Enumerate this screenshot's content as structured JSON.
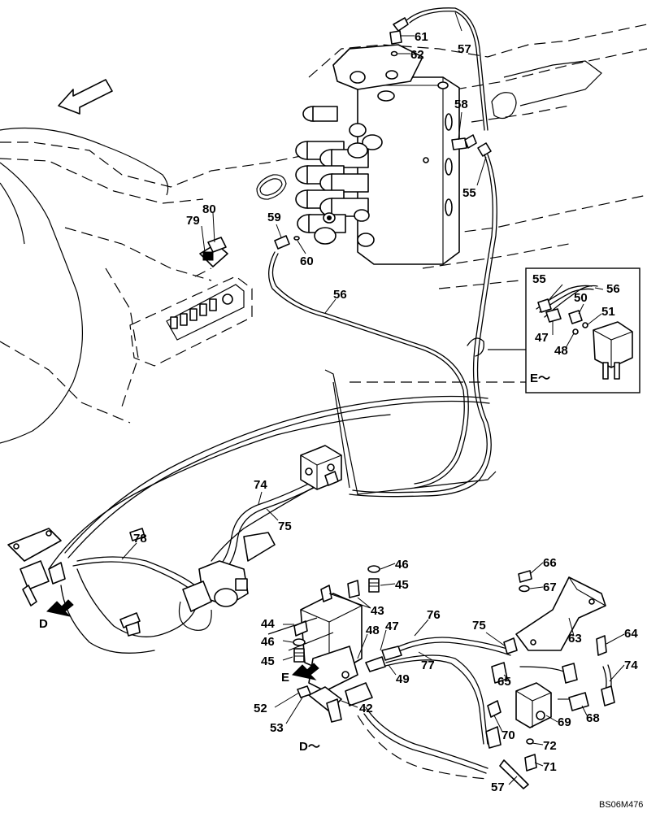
{
  "callouts": [
    {
      "id": "p61",
      "label": "61"
    },
    {
      "id": "p57a",
      "label": "57"
    },
    {
      "id": "p62",
      "label": "62"
    },
    {
      "id": "p58",
      "label": "58"
    },
    {
      "id": "p55a",
      "label": "55"
    },
    {
      "id": "p80",
      "label": "80"
    },
    {
      "id": "p79",
      "label": "79"
    },
    {
      "id": "p59",
      "label": "59"
    },
    {
      "id": "p60",
      "label": "60"
    },
    {
      "id": "p56a",
      "label": "56"
    },
    {
      "id": "p74a",
      "label": "74"
    },
    {
      "id": "p75a",
      "label": "75"
    },
    {
      "id": "p78",
      "label": "78"
    },
    {
      "id": "p46a",
      "label": "46"
    },
    {
      "id": "p45a",
      "label": "45"
    },
    {
      "id": "p43",
      "label": "43"
    },
    {
      "id": "p44",
      "label": "44"
    },
    {
      "id": "p46b",
      "label": "46"
    },
    {
      "id": "p45b",
      "label": "45"
    },
    {
      "id": "p48b",
      "label": "48"
    },
    {
      "id": "p47b",
      "label": "47"
    },
    {
      "id": "p76",
      "label": "76"
    },
    {
      "id": "p75b",
      "label": "75"
    },
    {
      "id": "p66",
      "label": "66"
    },
    {
      "id": "p67",
      "label": "67"
    },
    {
      "id": "p63",
      "label": "63"
    },
    {
      "id": "p64",
      "label": "64"
    },
    {
      "id": "p77",
      "label": "77"
    },
    {
      "id": "p49",
      "label": "49"
    },
    {
      "id": "p65",
      "label": "65"
    },
    {
      "id": "p74b",
      "label": "74"
    },
    {
      "id": "p68",
      "label": "68"
    },
    {
      "id": "p69",
      "label": "69"
    },
    {
      "id": "p52",
      "label": "52"
    },
    {
      "id": "p42",
      "label": "42"
    },
    {
      "id": "p53",
      "label": "53"
    },
    {
      "id": "p70",
      "label": "70"
    },
    {
      "id": "p72",
      "label": "72"
    },
    {
      "id": "p71",
      "label": "71"
    },
    {
      "id": "p57b",
      "label": "57"
    },
    {
      "id": "p55b",
      "label": "55"
    },
    {
      "id": "p56b",
      "label": "56"
    },
    {
      "id": "p50",
      "label": "50"
    },
    {
      "id": "p51",
      "label": "51"
    },
    {
      "id": "p47a",
      "label": "47"
    },
    {
      "id": "p48a",
      "label": "48"
    }
  ],
  "view_labels": {
    "d_arrow": "D",
    "e_arrow": "E",
    "detail_e": "E～",
    "detail_d": "D～"
  },
  "drawing_number": "BS06M476",
  "icons": [
    "direction-arrow-icon",
    "view-arrow-d-icon",
    "view-arrow-e-icon"
  ]
}
